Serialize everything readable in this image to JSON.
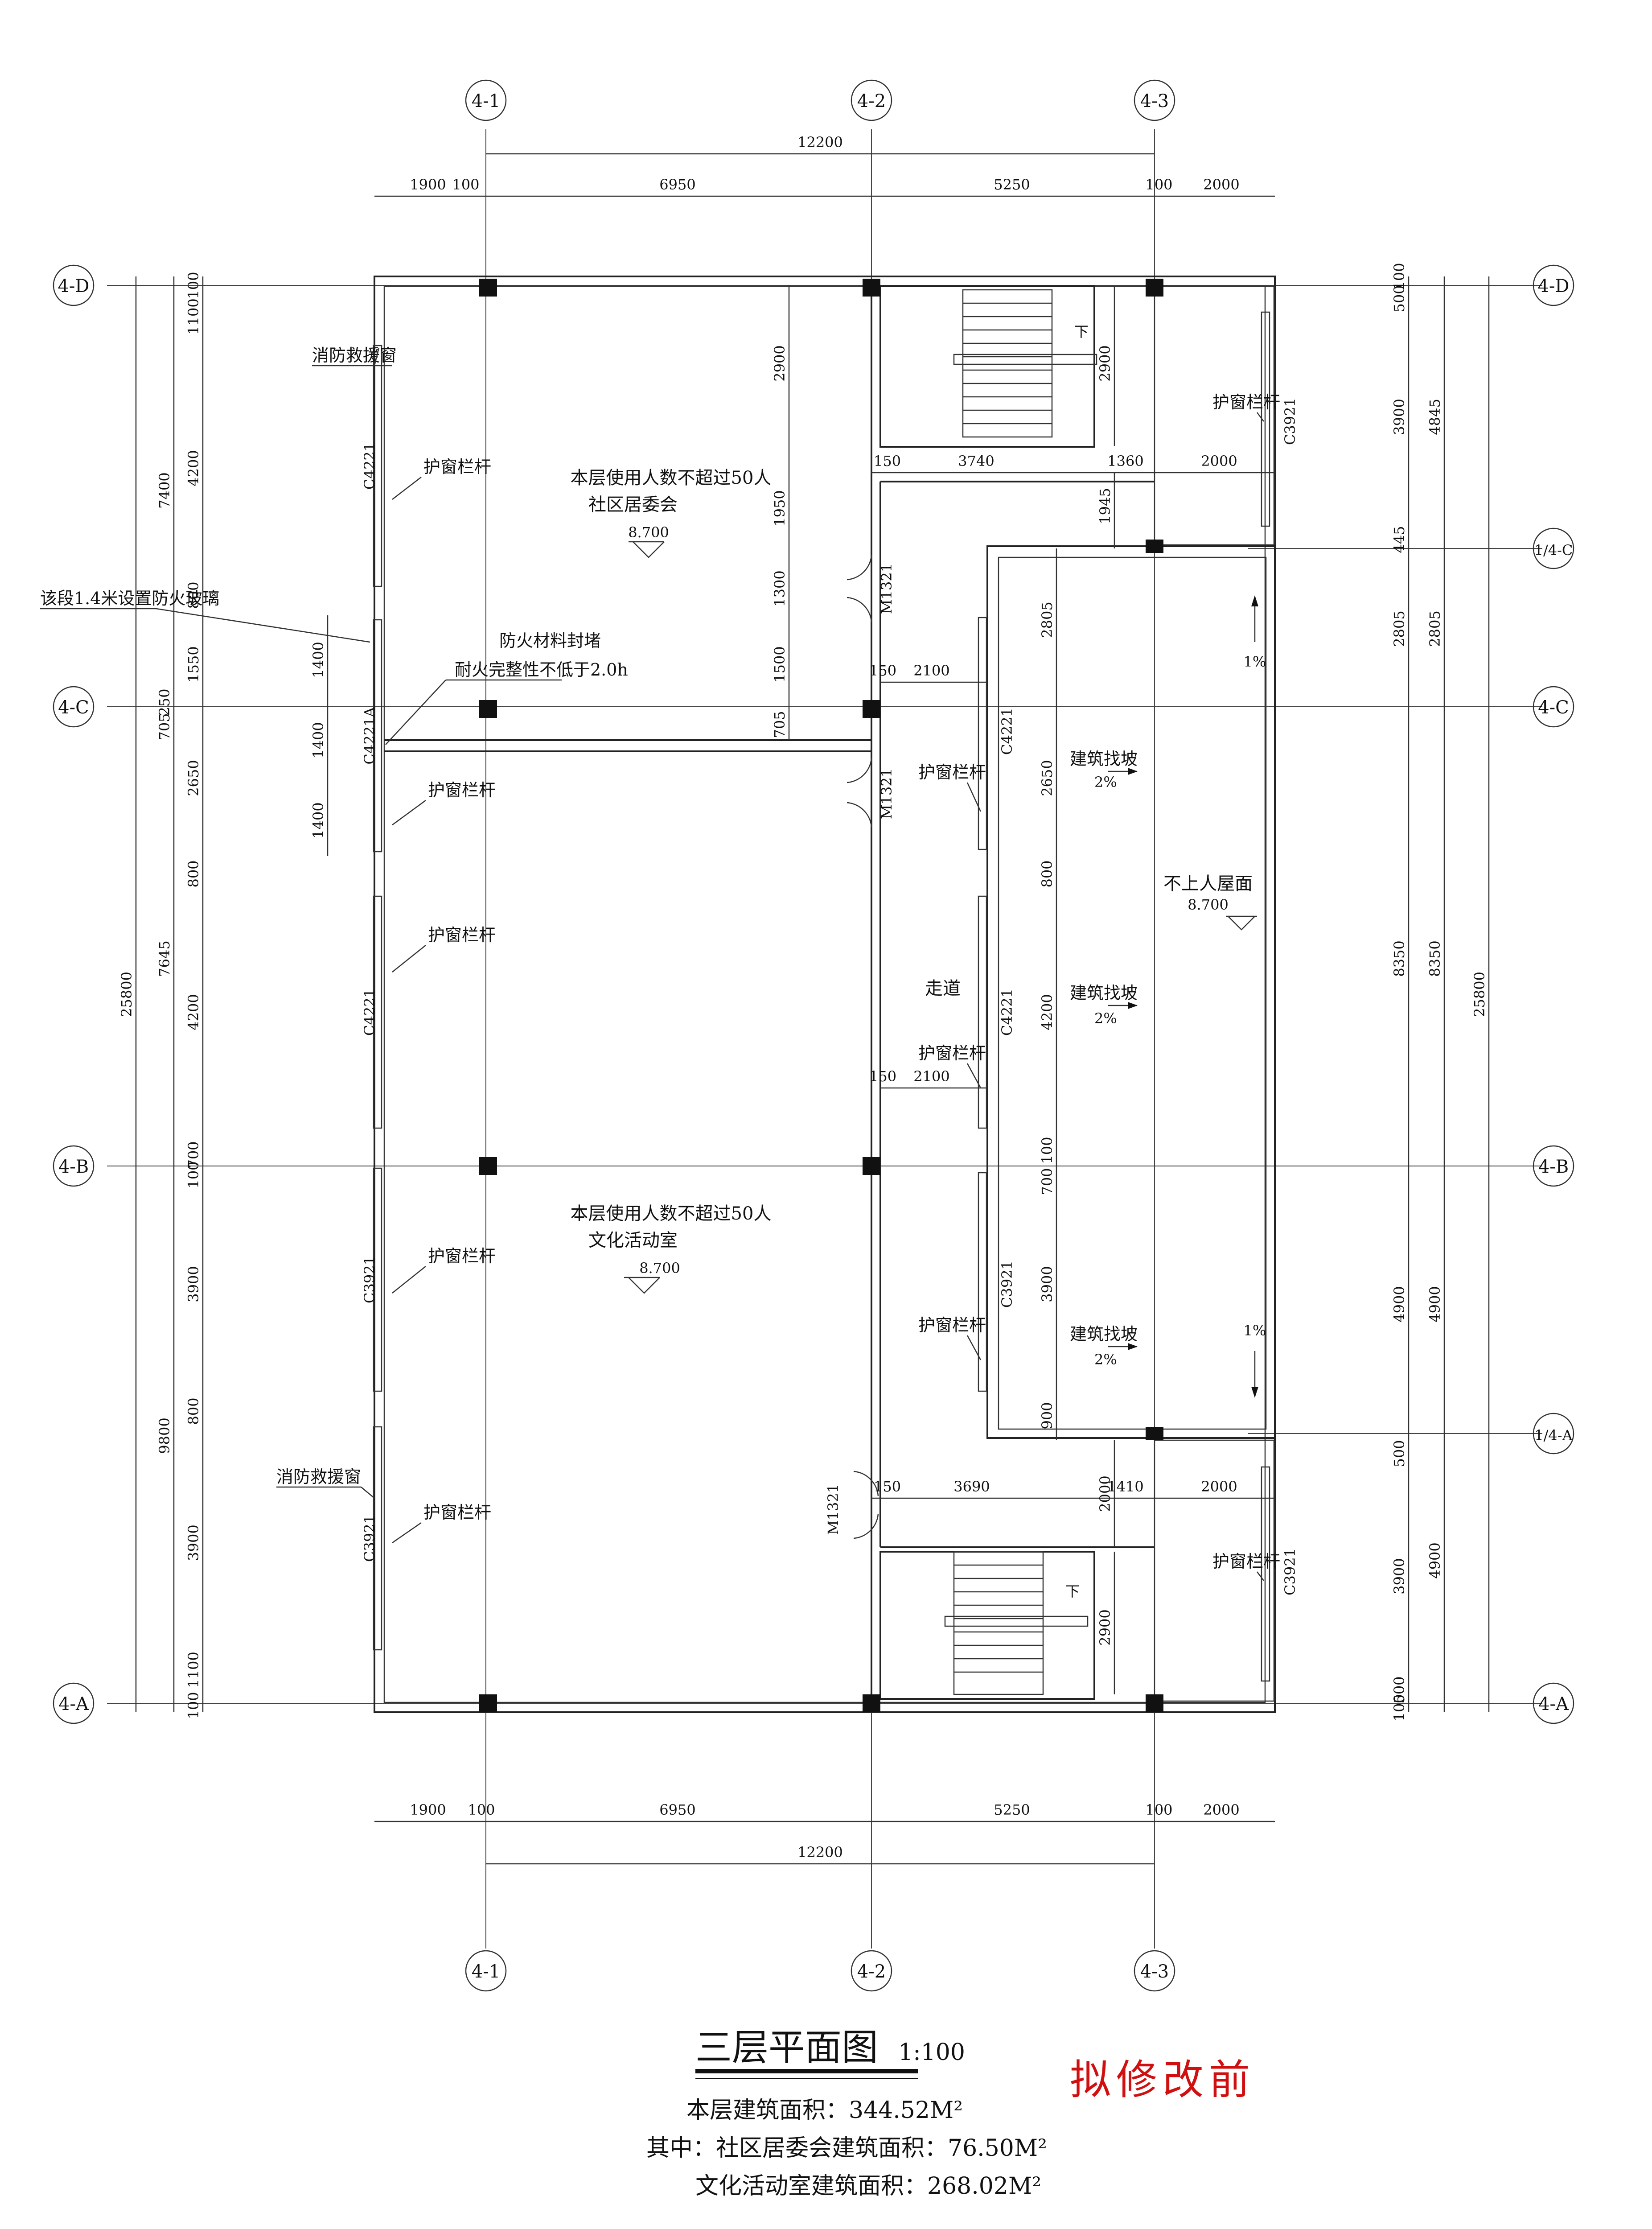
{
  "drawing": {
    "grid_bubbles": {
      "columns": [
        "4-1",
        "4-2",
        "4-3"
      ],
      "rows": [
        "4-D",
        "4-C",
        "4-B",
        "4-A"
      ],
      "sub_rows": [
        "1/4-C",
        "1/4-A"
      ]
    },
    "top_dims": {
      "overall": "12200",
      "segments": [
        "1900",
        "100",
        "6950",
        "5250",
        "100",
        "2000"
      ]
    },
    "bottom_dims": {
      "overall": "12200",
      "segments": [
        "1900",
        "100",
        "6950",
        "5250",
        "100",
        "2000"
      ]
    },
    "left_dims": {
      "overall": "25800",
      "tier1": [
        "7400",
        "705",
        "250",
        "7645",
        "9800"
      ],
      "tier2": [
        "100",
        "1100",
        "4200",
        "800",
        "1550",
        "2650",
        "800",
        "4200",
        "700",
        "100",
        "3900",
        "800",
        "3900",
        "1100",
        "100"
      ],
      "tier3": [
        "1400",
        "1400",
        "1400"
      ]
    },
    "right_dims": {
      "overall": "25800",
      "tier1": [
        "4845",
        "2805",
        "8350",
        "4900",
        "4900"
      ],
      "tier2": [
        "100",
        "500",
        "3900",
        "445",
        "2805",
        "8350",
        "4900",
        "500",
        "3900",
        "500",
        "100"
      ]
    },
    "inner_dims": [
      "2900",
      "1950",
      "1300",
      "1500",
      "705",
      "150",
      "3740",
      "1360",
      "2000",
      "1945",
      "2900",
      "2100",
      "150",
      "2100",
      "3690",
      "1410",
      "2000",
      "2000",
      "2900",
      "150",
      "2805",
      "2650",
      "800",
      "4200",
      "100",
      "700",
      "3900",
      "900"
    ],
    "window_tags": [
      "C4221",
      "C4221A",
      "C4221",
      "C3921",
      "C3921",
      "C3921",
      "C3921",
      "C4221",
      "C4221",
      "C3921"
    ],
    "door_tags": [
      "M1321",
      "M1321",
      "M1321"
    ],
    "labels": {
      "rescue_window": "消防救援窗",
      "rail": "护窗栏杆",
      "fire_glass_note": "该段1.4米设置防火玻璃",
      "fire_seal": "防火材料封堵",
      "fire_rating": "耐火完整性不低于2.0h",
      "room1_note": "本层使用人数不超过50人",
      "room1": "社区居委会",
      "room2_note": "本层使用人数不超过50人",
      "room2": "文化活动室",
      "corridor": "走道",
      "roof": "不上人屋面",
      "slope_label": "建筑找坡",
      "slope_value": "2%",
      "slope_1pct": "1%",
      "level": "8.700",
      "stair_down": "下"
    }
  },
  "title": {
    "main": "三层平面图",
    "scale": "1:100",
    "stamp": "拟修改前"
  },
  "areas": {
    "floor": "本层建筑面积：344.52M²",
    "community": "其中：社区居委会建筑面积：76.50M²",
    "culture": "文化活动室建筑面积：268.02M²"
  }
}
